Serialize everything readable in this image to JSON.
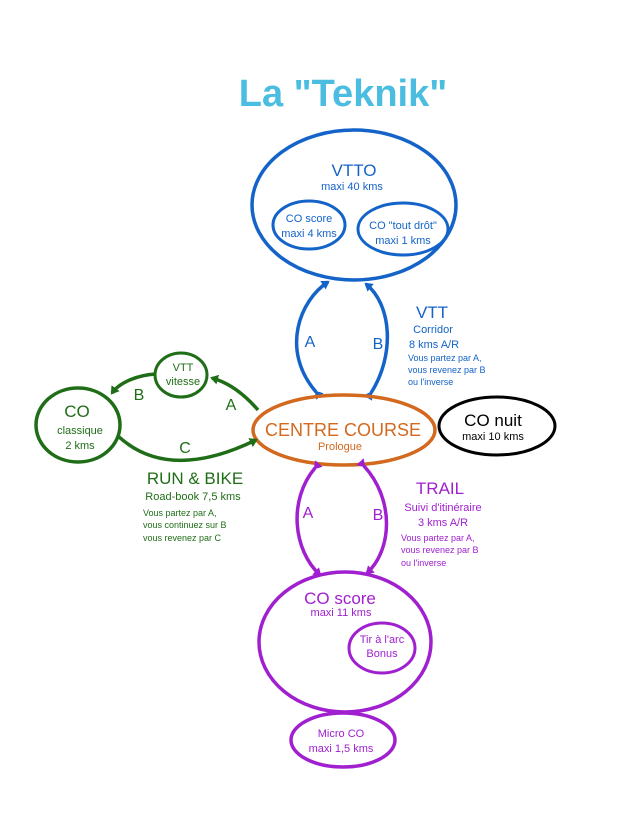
{
  "title": "La \"Teknik\"",
  "colors": {
    "title": "#4bbde0",
    "blue": "#1463c8",
    "green": "#1f6e17",
    "orange": "#d2691e",
    "purple": "#a020d0",
    "black": "#000000"
  },
  "vtto": {
    "name": "VTTO",
    "distance": "maxi 40 kms",
    "co_score": {
      "name": "CO score",
      "distance": "maxi 4 kms"
    },
    "co_tout_drot": {
      "name": "CO \"tout drôt\"",
      "distance": "maxi 1 kms"
    }
  },
  "vtt_path": {
    "label_a": "A",
    "label_b": "B",
    "name": "VTT",
    "sub": "Corridor",
    "distance": "8 kms A/R",
    "note_1": "Vous partez par A,",
    "note_2": "vous revenez par B",
    "note_3": "ou l'inverse"
  },
  "centre": {
    "name": "CENTRE COURSE",
    "sub": "Prologue"
  },
  "co_nuit": {
    "name": "CO nuit",
    "distance": "maxi 10 kms"
  },
  "run_bike": {
    "vtt_vitesse_1": "VTT",
    "vtt_vitesse_2": "vitesse",
    "co_name": "CO",
    "co_sub": "classique",
    "co_distance": "2 kms",
    "label_a": "A",
    "label_b": "B",
    "label_c": "C",
    "name": "RUN & BIKE",
    "sub": "Road-book 7,5 kms",
    "note_1": "Vous partez par A,",
    "note_2": "vous continuez sur B",
    "note_3": "vous revenez par C"
  },
  "trail_path": {
    "label_a": "A",
    "label_b": "B",
    "name": "TRAIL",
    "sub": "Suivi d'itinéraire",
    "distance": "3 kms A/R",
    "note_1": "Vous partez par A,",
    "note_2": "vous revenez par B",
    "note_3": "ou l'inverse"
  },
  "co_score": {
    "name": "CO score",
    "distance": "maxi 11 kms",
    "tir_1": "Tir à l'arc",
    "tir_2": "Bonus"
  },
  "micro_co": {
    "name": "Micro CO",
    "distance": "maxi 1,5 kms"
  }
}
